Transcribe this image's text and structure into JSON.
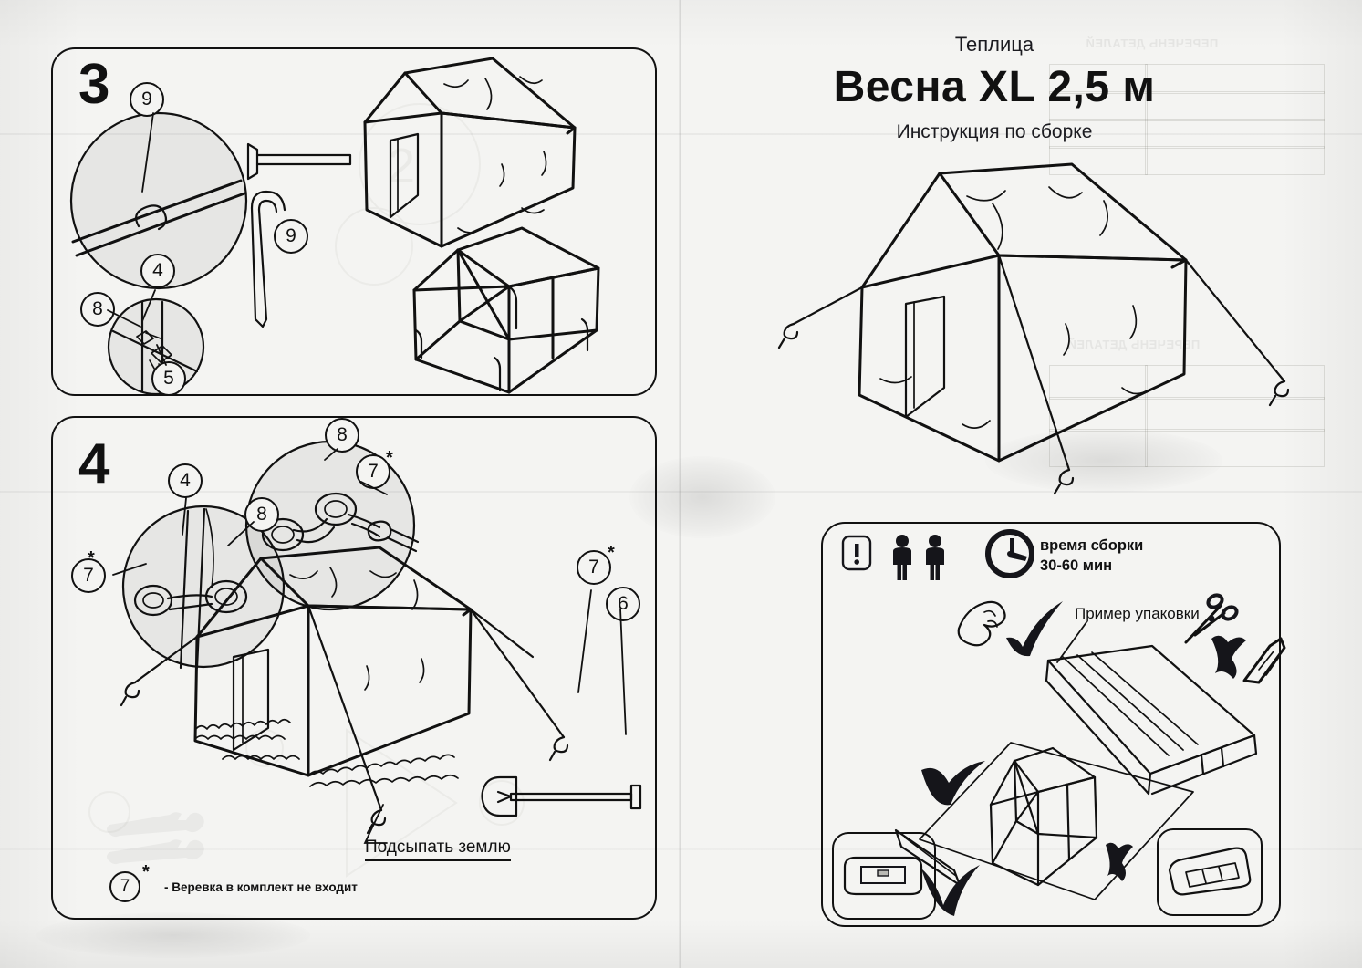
{
  "document": {
    "kind": "assembly-instruction-sheet",
    "language": "ru"
  },
  "header": {
    "product_type": "Теплица",
    "model": "Весна XL 2,5 м",
    "subtitle": "Инструкция по сборке"
  },
  "steps": [
    {
      "number": "3",
      "callouts": [
        {
          "label": "9",
          "star": false
        },
        {
          "label": "9",
          "star": false
        },
        {
          "label": "4",
          "star": false
        },
        {
          "label": "8",
          "star": false
        },
        {
          "label": "5",
          "star": false
        }
      ]
    },
    {
      "number": "4",
      "callouts": [
        {
          "label": "8",
          "star": false
        },
        {
          "label": "7",
          "star": true
        },
        {
          "label": "4",
          "star": false
        },
        {
          "label": "8",
          "star": false
        },
        {
          "label": "7",
          "star": true
        },
        {
          "label": "7",
          "star": true
        },
        {
          "label": "6",
          "star": false
        }
      ],
      "ground_caption": "Подсыпать землю",
      "footnote": {
        "marker": "7",
        "star": "*",
        "text": "- Веревка в комплект не входит"
      }
    }
  ],
  "info_panel": {
    "warning_icon": "!",
    "people_count": 2,
    "assembly_time_label": "время сборки",
    "assembly_time_value": "30-60 мин",
    "packaging_caption": "Пример упаковки",
    "forbidden_tools": [
      "scissors-icon",
      "utility-knife-icon"
    ],
    "forbidden_mark": "X",
    "approved_marks": [
      "check-mark",
      "check-mark"
    ]
  },
  "colors": {
    "ink": "#15151a",
    "paper": "#f4f4f2",
    "shade": "rgba(0,0,0,0.055)"
  }
}
